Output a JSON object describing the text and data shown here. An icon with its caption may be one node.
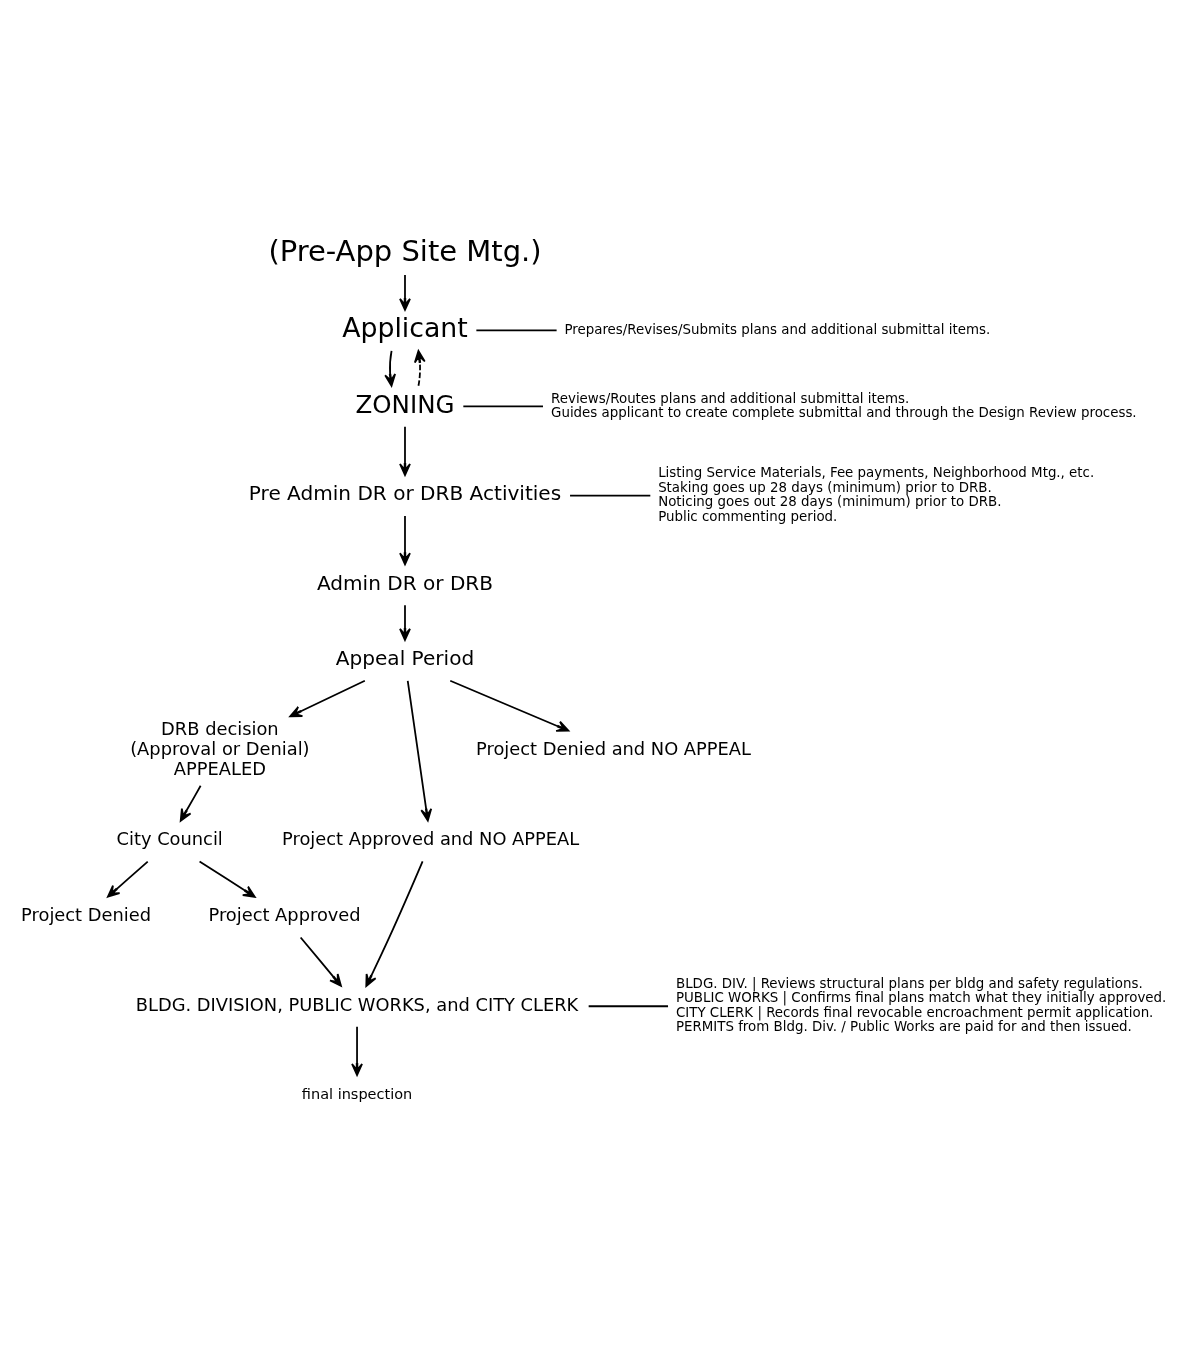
{
  "diagram": {
    "nodes": [
      {
        "text": [
          "(Pre-App Site Mtg.)"
        ]
      },
      {
        "text": [
          "Applicant"
        ]
      },
      {
        "text": [
          "Prepares/Revises/Submits plans and additional submittal items."
        ]
      },
      {
        "text": [
          "ZONING"
        ]
      },
      {
        "text": [
          "Reviews/Routes plans and additional submittal items.",
          "Guides applicant to create complete submittal and through the Design Review process."
        ]
      },
      {
        "text": [
          "Pre Admin DR or DRB Activities"
        ]
      },
      {
        "text": [
          "Listing Service Materials, Fee payments, Neighborhood Mtg., etc.",
          "Staking goes up 28 days (minimum) prior to DRB.",
          "Noticing goes out 28 days (minimum) prior to DRB.",
          "Public commenting period."
        ]
      },
      {
        "text": [
          "Admin DR or DRB"
        ]
      },
      {
        "text": [
          "Appeal Period"
        ]
      },
      {
        "text": [
          "DRB decision",
          "(Approval or Denial)",
          "APPEALED"
        ]
      },
      {
        "text": [
          "Project Approved and NO APPEAL"
        ]
      },
      {
        "text": [
          "Project Denied and NO APPEAL"
        ]
      },
      {
        "text": [
          "City Council"
        ]
      },
      {
        "text": [
          "Project Denied"
        ]
      },
      {
        "text": [
          "Project Approved"
        ]
      },
      {
        "text": [
          "BLDG. DIVISION, PUBLIC WORKS, and CITY CLERK"
        ]
      },
      {
        "text": [
          "BLDG. DIV. | Reviews structural plans per bldg and safety regulations.",
          "PUBLIC WORKS | Confirms final plans match what they initially approved.",
          "CITY CLERK | Records final revocable encroachment permit application.",
          "PERMITS from Bldg. Div. / Public Works are paid for and then issued."
        ]
      },
      {
        "text": [
          "final inspection"
        ]
      }
    ],
    "edges": [
      {
        "from": 0,
        "to": 1,
        "arrow": "to"
      },
      {
        "from": 1,
        "to": 2,
        "arrow": "none"
      },
      {
        "from": 1,
        "to": 3,
        "arrow": "to"
      },
      {
        "from": 3,
        "to": 1,
        "arrow": "to",
        "style": "dashed"
      },
      {
        "from": 3,
        "to": 4,
        "arrow": "none"
      },
      {
        "from": 3,
        "to": 5,
        "arrow": "to"
      },
      {
        "from": 5,
        "to": 6,
        "arrow": "none"
      },
      {
        "from": 5,
        "to": 7,
        "arrow": "to"
      },
      {
        "from": 7,
        "to": 8,
        "arrow": "to"
      },
      {
        "from": 8,
        "to": 9,
        "arrow": "to"
      },
      {
        "from": 8,
        "to": 10,
        "arrow": "to"
      },
      {
        "from": 8,
        "to": 11,
        "arrow": "to"
      },
      {
        "from": 9,
        "to": 12,
        "arrow": "to"
      },
      {
        "from": 12,
        "to": 13,
        "arrow": "to"
      },
      {
        "from": 12,
        "to": 14,
        "arrow": "to"
      },
      {
        "from": 14,
        "to": 15,
        "arrow": "to"
      },
      {
        "from": 10,
        "to": 15,
        "arrow": "to"
      },
      {
        "from": 15,
        "to": 16,
        "arrow": "none"
      },
      {
        "from": 15,
        "to": 17,
        "arrow": "to"
      }
    ]
  }
}
